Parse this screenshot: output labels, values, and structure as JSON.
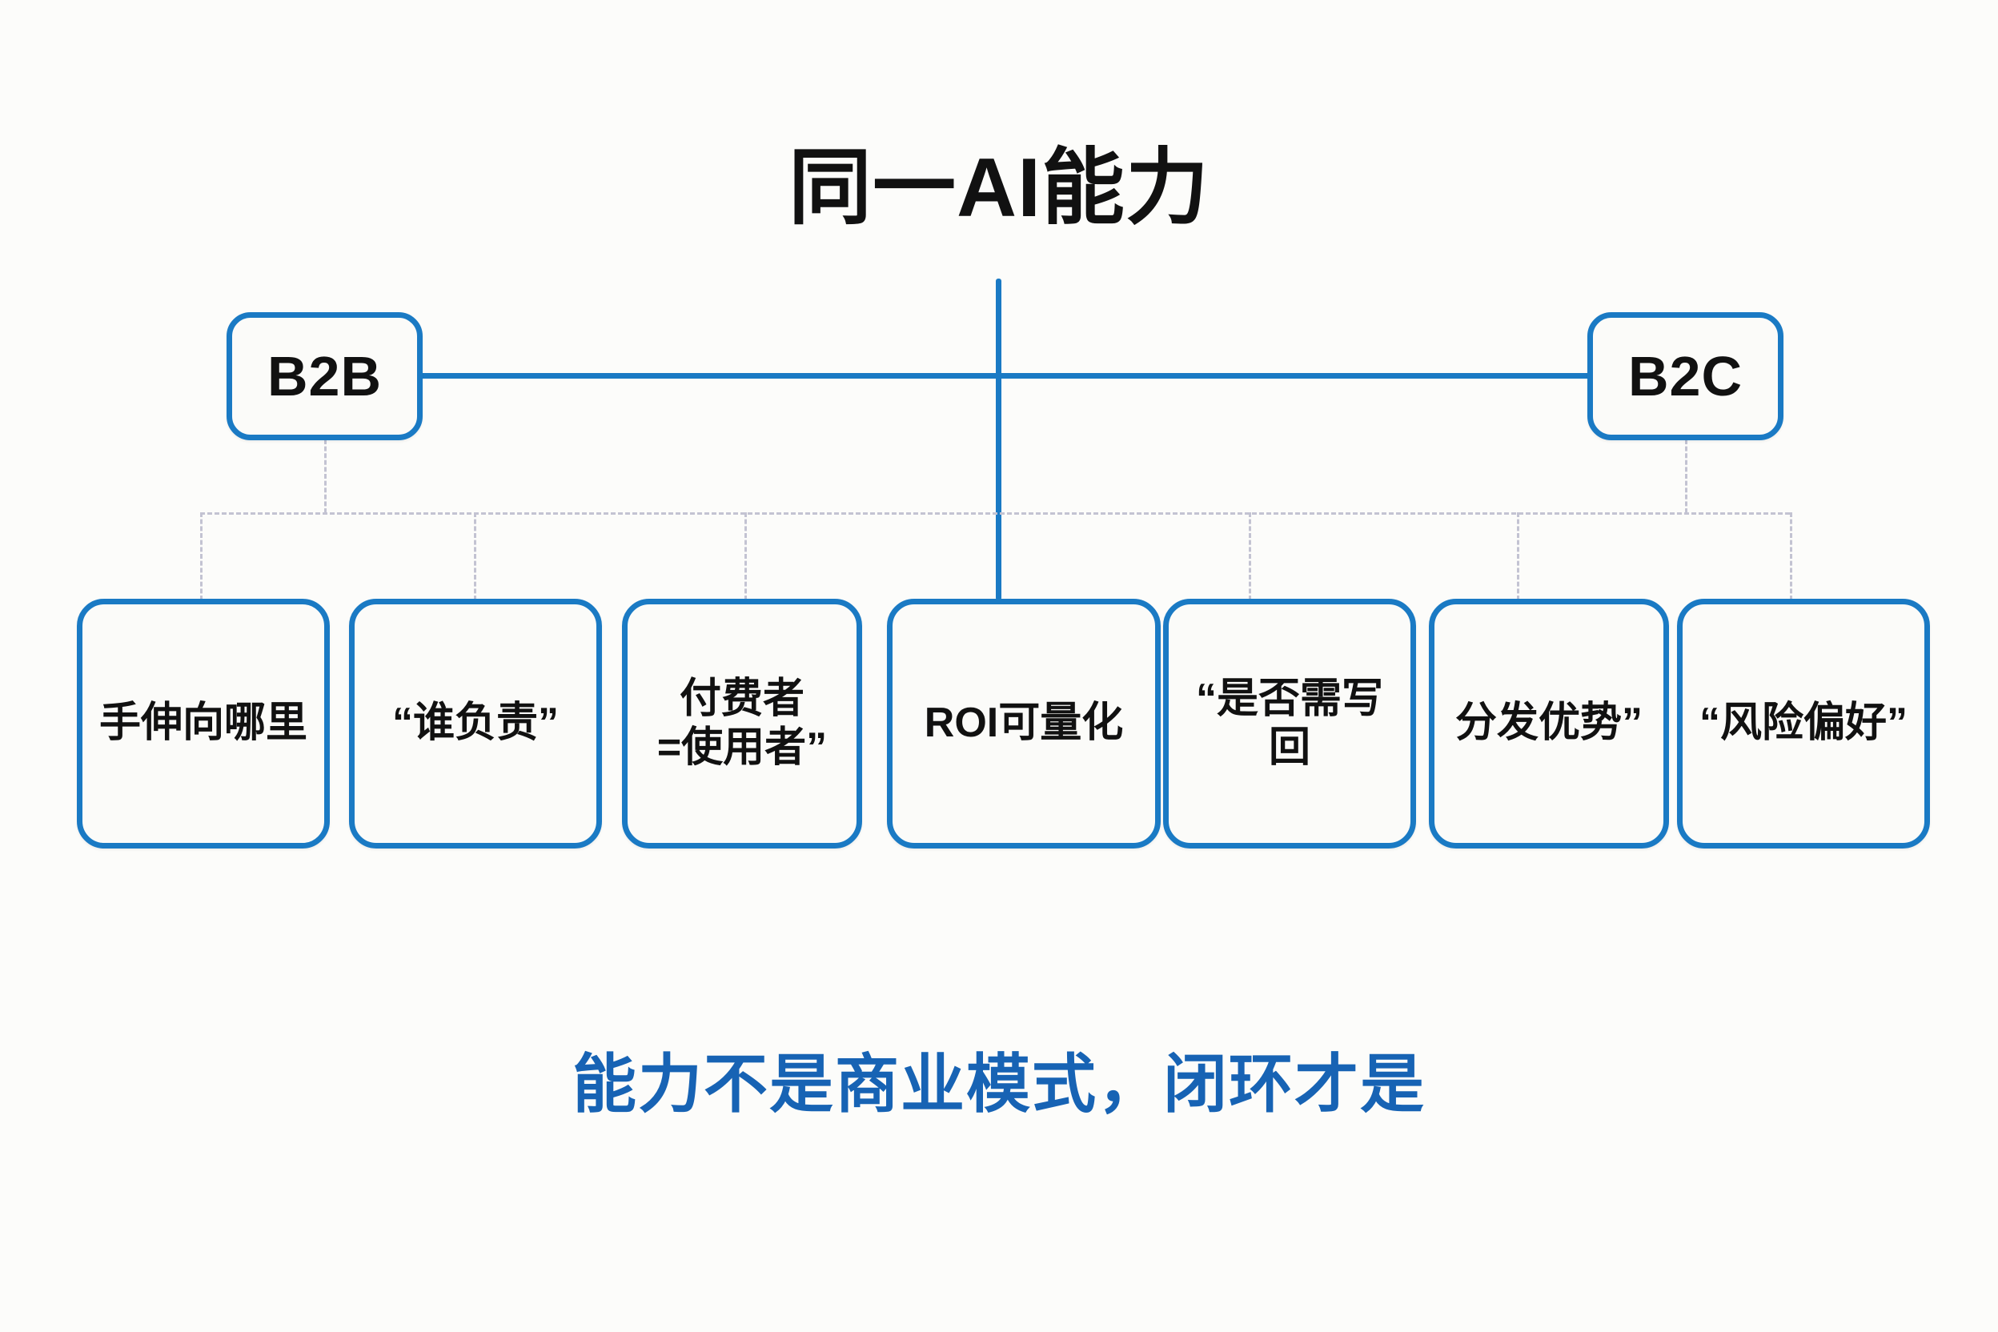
{
  "diagram": {
    "title": "同一AI能力",
    "caption": "能力不是商业模式，闭环才是",
    "colors": {
      "accent_blue": "#1a7ac4",
      "caption_blue": "#1763b4",
      "dashed_gray": "#c3c3d2",
      "background": "#fcfcfa",
      "text_black": "#111111"
    },
    "top_nodes": [
      {
        "id": "b2b",
        "label": "B2B"
      },
      {
        "id": "b2c",
        "label": "B2C"
      }
    ],
    "leaf_nodes": [
      {
        "id": "leaf-1",
        "label": "手伸向哪里"
      },
      {
        "id": "leaf-2",
        "label": "“谁负责”"
      },
      {
        "id": "leaf-3",
        "label": "付费者\n=使用者”"
      },
      {
        "id": "leaf-4",
        "label": "ROI可量化"
      },
      {
        "id": "leaf-5",
        "label": "“是否需写\n回"
      },
      {
        "id": "leaf-6",
        "label": "分发优势”"
      },
      {
        "id": "leaf-7",
        "label": "“风险偏好”"
      }
    ]
  }
}
